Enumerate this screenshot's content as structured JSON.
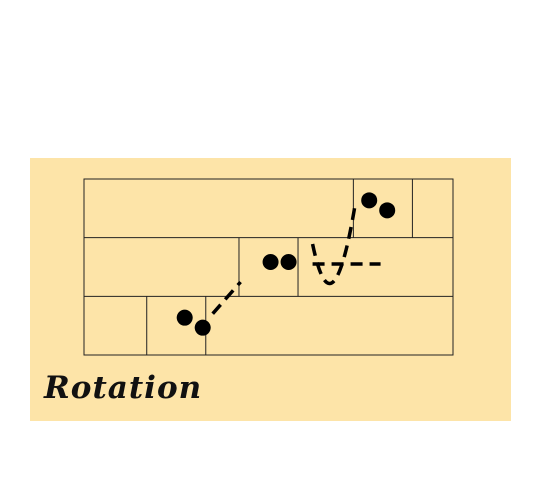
{
  "colors": {
    "panel_background": "#fde4a8",
    "lines": "#222222",
    "marks": "#000000"
  },
  "diagram": {
    "caption": "Rotation",
    "rows": 3,
    "row_dividers": [
      [
        0.73,
        0.89
      ],
      [
        0.42,
        0.58
      ],
      [
        0.17,
        0.33
      ]
    ],
    "bead_pairs": [
      {
        "row": 3,
        "position": 0.3
      },
      {
        "row": 2,
        "position": 0.53
      },
      {
        "row": 1,
        "position": 0.8
      }
    ],
    "path": {
      "solid_segments": 0,
      "dashed": true
    }
  }
}
